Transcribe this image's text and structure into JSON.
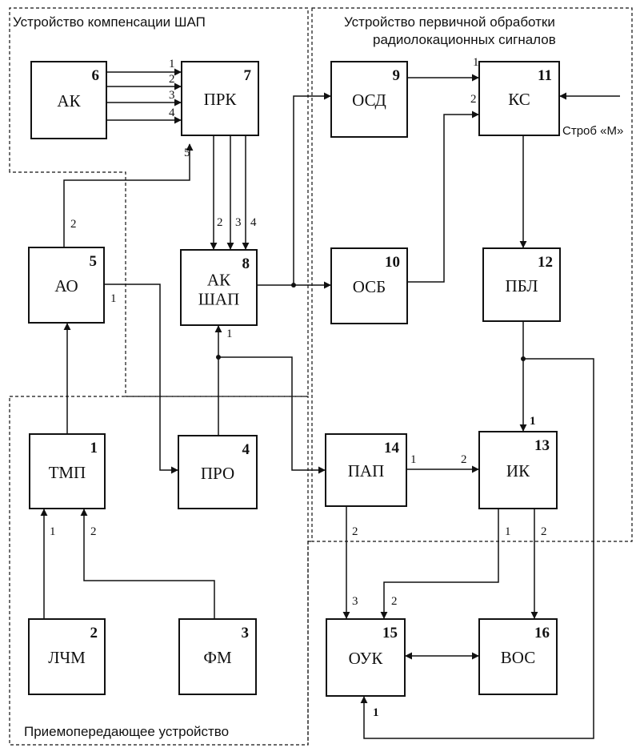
{
  "regions": {
    "sha_compensation": "Устройство компенсации ШАП",
    "primary_processing_line1": "Устройство первичной обработки",
    "primary_processing_line2": "радиолокационных сигналов",
    "transceiver": "Приемопередающее устройство"
  },
  "blocks": {
    "b1": {
      "num": "1",
      "name": "ТМП"
    },
    "b2": {
      "num": "2",
      "name": "ЛЧМ"
    },
    "b3": {
      "num": "3",
      "name": "ФМ"
    },
    "b4": {
      "num": "4",
      "name": "ПРО"
    },
    "b5": {
      "num": "5",
      "name": "АО"
    },
    "b6": {
      "num": "6",
      "name": "АК"
    },
    "b7": {
      "num": "7",
      "name": "ПРК"
    },
    "b8": {
      "num": "8",
      "name": "АК ШАП"
    },
    "b9": {
      "num": "9",
      "name": "ОСД"
    },
    "b10": {
      "num": "10",
      "name": "ОСБ"
    },
    "b11": {
      "num": "11",
      "name": "КС"
    },
    "b12": {
      "num": "12",
      "name": "ПБЛ"
    },
    "b13": {
      "num": "13",
      "name": "ИК"
    },
    "b14": {
      "num": "14",
      "name": "ПАП"
    },
    "b15": {
      "num": "15",
      "name": "ОУК"
    },
    "b16": {
      "num": "16",
      "name": "ВОС"
    }
  },
  "strobe_label": "Строб «М»",
  "port_labels": {
    "prk_in_1": "1",
    "prk_in_2": "2",
    "prk_in_3": "3",
    "prk_in_4": "4",
    "prk_in_5": "5",
    "ak8_in_2": "2",
    "ak8_in_3": "3",
    "ak8_in_4": "4",
    "ak8_in_1": "1",
    "ao_out_2": "2",
    "ao_out_1": "1",
    "ks_in_1": "1",
    "ks_in_2": "2",
    "ik_in_1": "1",
    "ik_in_2": "2",
    "ik_out_1": "1",
    "ik_out_2": "2",
    "pap_out_1": "1",
    "pap_out_2": "2",
    "ouk_in_3": "3",
    "ouk_in_2": "2",
    "ouk_in_1": "1",
    "tmp_in_1": "1",
    "tmp_in_2": "2"
  },
  "colors": {
    "line": "#111111",
    "background": "#ffffff"
  }
}
